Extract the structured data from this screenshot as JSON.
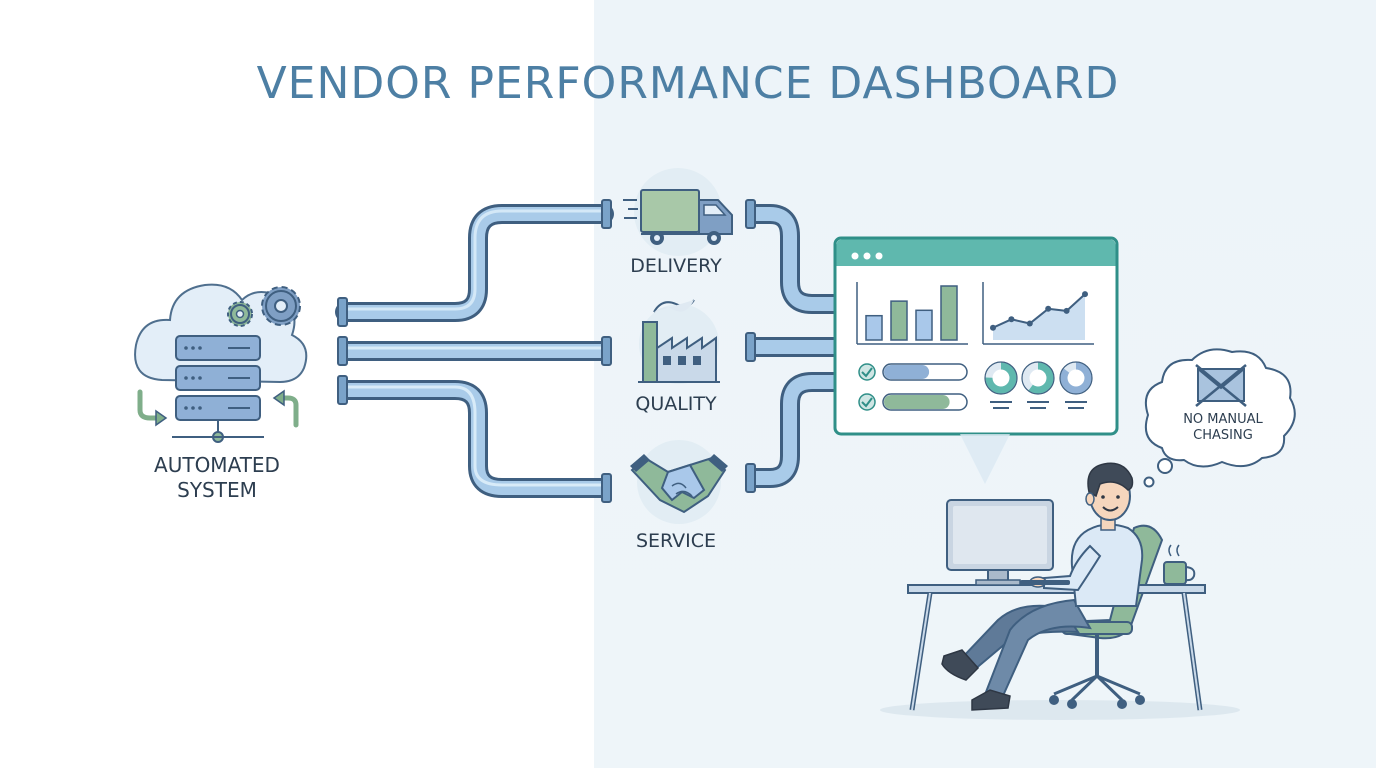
{
  "title": "VENDOR PERFORMANCE DASHBOARD",
  "nodes": {
    "system": {
      "line1": "AUTOMATED",
      "line2": "SYSTEM"
    },
    "delivery": {
      "label": "DELIVERY"
    },
    "quality": {
      "label": "QUALITY"
    },
    "service": {
      "label": "SERVICE"
    }
  },
  "thought": {
    "line1": "NO MANUAL",
    "line2": "CHASING"
  },
  "dashboard": {
    "bars": [
      0.45,
      0.72,
      0.55,
      1.0
    ],
    "line_points": [
      0.15,
      0.35,
      0.25,
      0.6,
      0.55,
      0.95
    ],
    "progress": [
      0.55,
      0.8
    ],
    "donuts": [
      0.75,
      0.6,
      0.85
    ]
  },
  "colors": {
    "title": "#4d7fa4",
    "pipe": "#8fb8de",
    "pipe_outline": "#3f5f80",
    "accent_teal": "#2f9e95",
    "accent_green": "#8fb99a",
    "text": "#2d3e50"
  },
  "icons": {
    "system": "cloud-server-gears-icon",
    "delivery": "truck-icon",
    "quality": "factory-icon",
    "service": "handshake-icon",
    "thought": "crossed-envelope-icon"
  }
}
